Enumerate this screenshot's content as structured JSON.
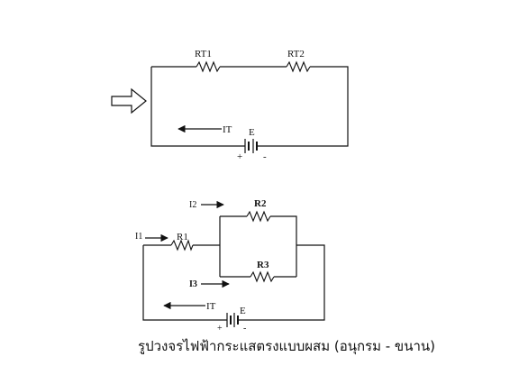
{
  "series_circuit": {
    "labels": {
      "rt1": "RT1",
      "rt2": "RT2",
      "current": "IT",
      "source": "E",
      "plus": "+",
      "minus": "-"
    }
  },
  "mixed_circuit": {
    "labels": {
      "i2": "I2",
      "r2": "R2",
      "i1": "I1",
      "r1": "R1",
      "r3": "R3",
      "i3": "I3",
      "current": "IT",
      "source": "E",
      "plus": "+",
      "minus": "-"
    }
  },
  "caption": "รูปวงจรไฟฟ้ากระแสตรงแบบผสม (อนุกรม - ขนาน)",
  "icons": [
    "hollow-right-arrow-icon",
    "battery-symbol",
    "resistor-symbol",
    "current-arrow"
  ]
}
